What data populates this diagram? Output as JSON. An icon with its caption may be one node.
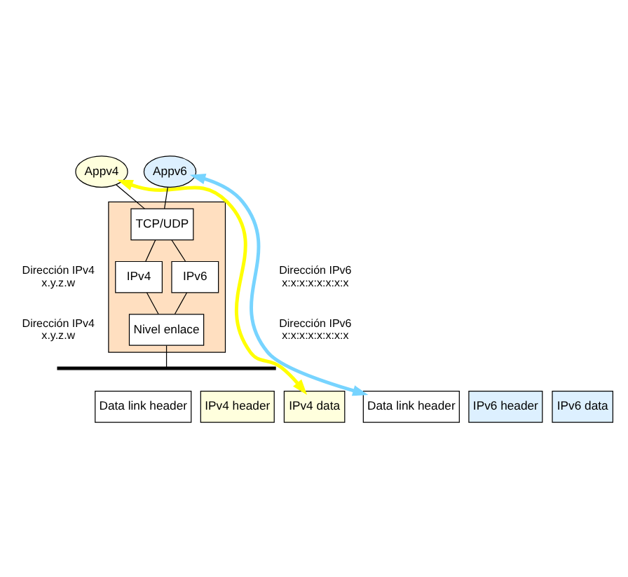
{
  "diagram": {
    "nodes": [
      {
        "text": [
          "Appv4"
        ]
      },
      {
        "text": [
          "Appv6"
        ]
      },
      {
        "text": [],
        "shape": "box"
      },
      {
        "text": [
          "TCP/UDP"
        ],
        "in": 2
      },
      {
        "text": [
          "IPv4"
        ],
        "in": 2
      },
      {
        "text": [
          "IPv6"
        ],
        "in": 2
      },
      {
        "text": [
          "Nivel enlace"
        ],
        "in": 2
      },
      {
        "text": [],
        "shape": "bar"
      },
      {
        "text": [
          "Data link header"
        ]
      },
      {
        "text": [
          "IPv4 header"
        ]
      },
      {
        "text": [
          "IPv4 data"
        ]
      },
      {
        "text": [
          "Data link header"
        ]
      },
      {
        "text": [
          "IPv6 header"
        ]
      },
      {
        "text": [
          "IPv6 data"
        ]
      }
    ],
    "edges": [
      {
        "from": 0,
        "to": 3,
        "arrow": "none"
      },
      {
        "from": 1,
        "to": 3,
        "arrow": "none"
      },
      {
        "from": 3,
        "to": 4,
        "arrow": "none"
      },
      {
        "from": 3,
        "to": 5,
        "arrow": "none"
      },
      {
        "from": 4,
        "to": 6,
        "arrow": "none"
      },
      {
        "from": 5,
        "to": 6,
        "arrow": "none"
      },
      {
        "from": 6,
        "to": 7,
        "arrow": "none"
      },
      {
        "from": 0,
        "to": 10,
        "arrow": "both",
        "style": "thick",
        "color": "#ffff00"
      },
      {
        "from": 1,
        "to": 11,
        "arrow": "both",
        "style": "thick",
        "color": "#77d4ff"
      }
    ],
    "labels": [
      "Dirección IPv4 x.y.z.w",
      "Dirección IPv6 x:x:x:x:x:x:x:x",
      "Dirección IPv4 x.y.z.w",
      "Dirección IPv6 x:x:x:x:x:x:x:x"
    ]
  }
}
